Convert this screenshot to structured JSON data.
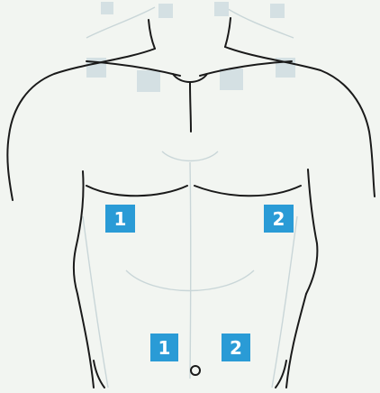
{
  "diagram": {
    "background_color": "#f2f5f1",
    "outline_color": "#1a1a1a",
    "faded_color": "#c9d6d8",
    "marker_color": "#2a9bd6",
    "marker_text_color": "#ffffff",
    "markers": {
      "upper_left": {
        "label": "1"
      },
      "upper_right": {
        "label": "2"
      },
      "lower_left": {
        "label": "1"
      },
      "lower_right": {
        "label": "2"
      }
    }
  }
}
